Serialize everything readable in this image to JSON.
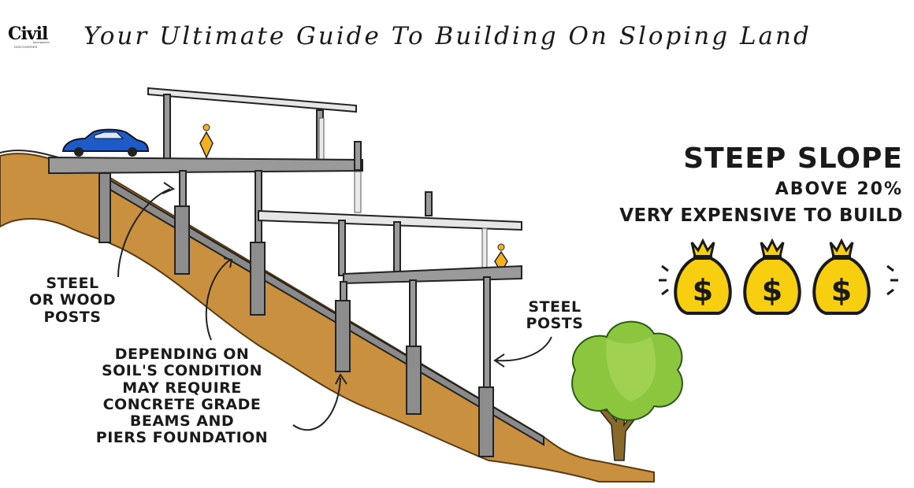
{
  "logo": {
    "text": "Civil",
    "tagline": "ENGINEERING",
    "sub": "DISCOVERIES"
  },
  "title": "Your Ultimate Guide To Building On Sloping Land",
  "callouts": {
    "steel_or_wood_posts": [
      "STEEL",
      "OR WOOD",
      "POSTS"
    ],
    "foundation": [
      "DEPENDING ON",
      "SOIL'S CONDITION",
      "MAY REQUIRE",
      "CONCRETE GRADE",
      "BEAMS AND",
      "PIERS FOUNDATION"
    ],
    "steel_posts": [
      "STEEL",
      "POSTS"
    ]
  },
  "slope_info": {
    "heading": "STEEP SLOPE",
    "threshold": "ABOVE 20%",
    "cost_note": "VERY EXPENSIVE TO BUILD",
    "money_bag_symbol": "$",
    "money_bag_count": 3
  },
  "colors": {
    "soil": "#c99040",
    "slab": "#7b7b7b",
    "pier": "#8d8d8d",
    "car": "#1e5bc6",
    "person": "#f5b021",
    "bag": "#f7cf10",
    "tree_canopy": "#8cc63f",
    "tree_trunk": "#8a6a2a"
  }
}
